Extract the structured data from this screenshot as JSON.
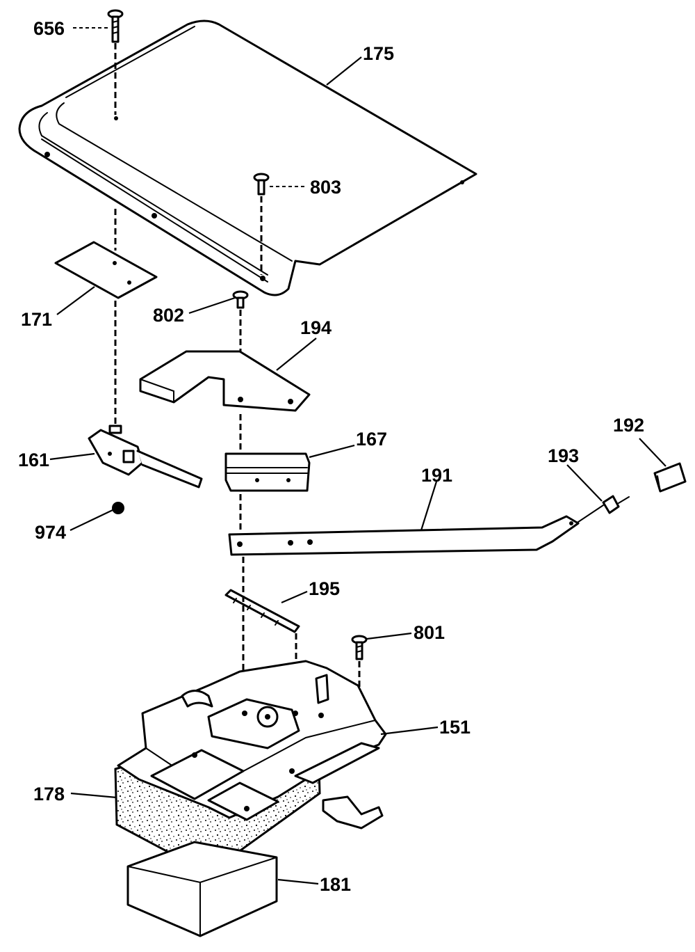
{
  "diagram": {
    "part_labels": {
      "p656": "656",
      "p175": "175",
      "p803": "803",
      "p171": "171",
      "p802": "802",
      "p194": "194",
      "p161": "161",
      "p167": "167",
      "p192": "192",
      "p193": "193",
      "p191": "191",
      "p974": "974",
      "p195": "195",
      "p801": "801",
      "p151": "151",
      "p178": "178",
      "p181": "181"
    }
  }
}
